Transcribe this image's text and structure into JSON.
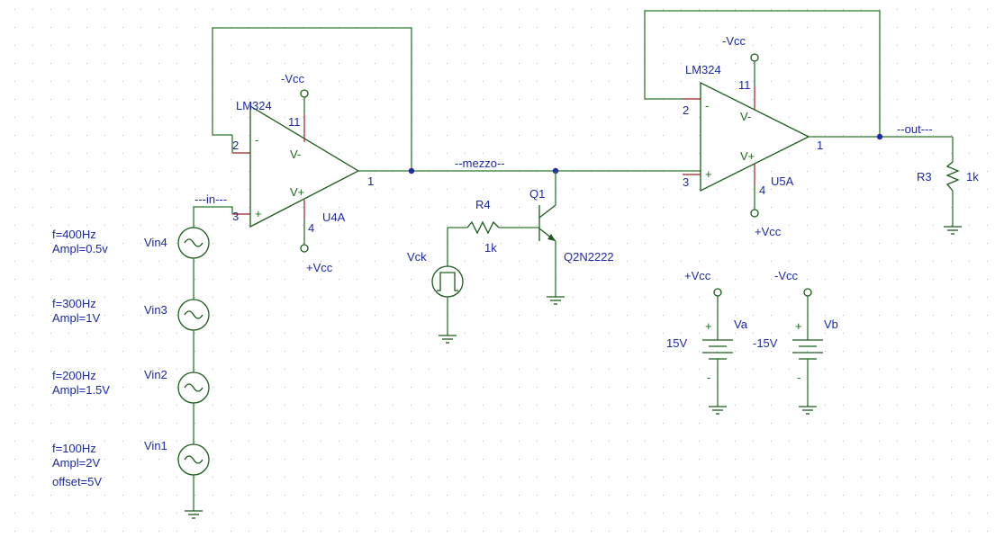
{
  "opamp_u4": {
    "part": "LM324",
    "ref": "U4A",
    "pin_inv": "2",
    "pin_noninv": "3",
    "pin_out": "1",
    "pin_vneg": "11",
    "pin_vpos": "4",
    "sym_inv": "-",
    "sym_noninv": "+",
    "vneg_label": "V-",
    "vpos_label": "V+",
    "neg_supply": "-Vcc",
    "pos_supply": "+Vcc"
  },
  "opamp_u5": {
    "part": "LM324",
    "ref": "U5A",
    "pin_inv": "2",
    "pin_noninv": "3",
    "pin_out": "1",
    "pin_vneg": "11",
    "pin_vpos": "4",
    "sym_inv": "-",
    "sym_noninv": "+",
    "vneg_label": "V-",
    "vpos_label": "V+",
    "neg_supply": "-Vcc",
    "pos_supply": "+Vcc"
  },
  "nets": {
    "in": "---in---",
    "mezzo": "--mezzo--",
    "out": "--out---"
  },
  "sources": [
    {
      "ref": "Vin4",
      "line1": "f=400Hz",
      "line2": "Ampl=0.5v",
      "line3": ""
    },
    {
      "ref": "Vin3",
      "line1": "f=300Hz",
      "line2": "Ampl=1V",
      "line3": ""
    },
    {
      "ref": "Vin2",
      "line1": "f=200Hz",
      "line2": "Ampl=1.5V",
      "line3": ""
    },
    {
      "ref": "Vin1",
      "line1": "f=100Hz",
      "line2": "Ampl=2V",
      "line3": "offset=5V"
    }
  ],
  "clock": {
    "ref": "Vck"
  },
  "r4": {
    "ref": "R4",
    "value": "1k"
  },
  "q1": {
    "ref": "Q1",
    "part": "Q2N2222"
  },
  "r3": {
    "ref": "R3",
    "value": "1k"
  },
  "supply_a": {
    "ref": "Va",
    "value": "15V",
    "net": "+Vcc",
    "plus": "+",
    "minus": "-"
  },
  "supply_b": {
    "ref": "Vb",
    "value": "-15V",
    "net": "-Vcc",
    "plus": "+",
    "minus": "-"
  }
}
